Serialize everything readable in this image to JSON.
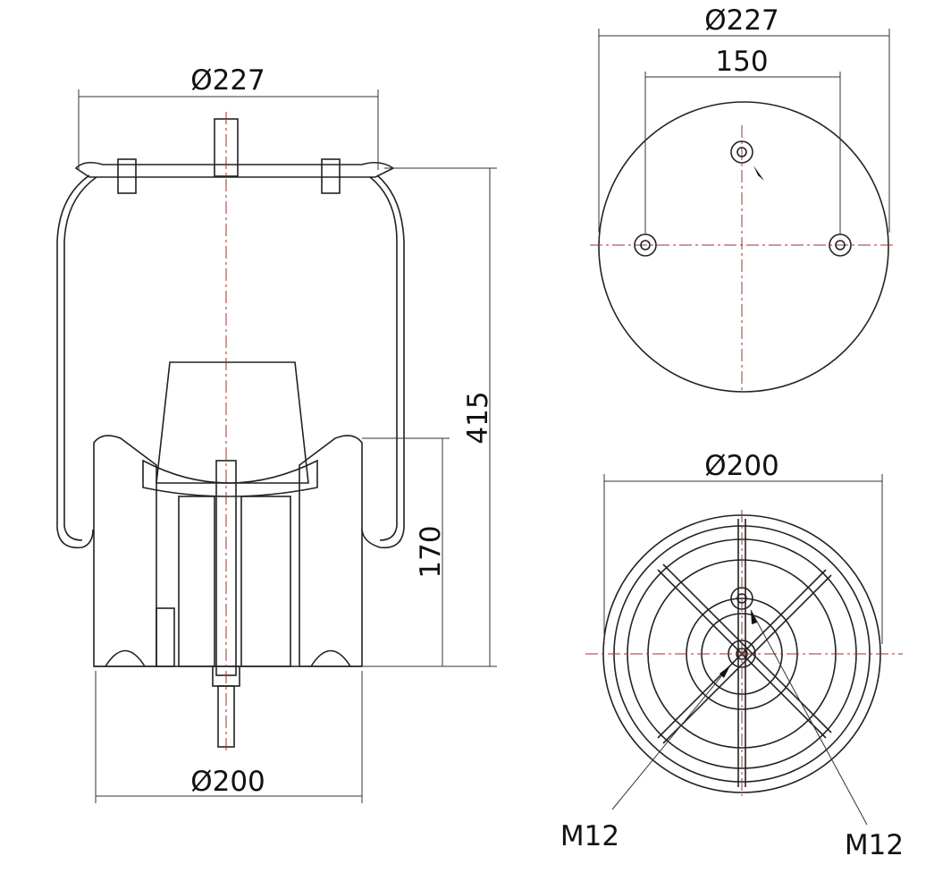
{
  "side_view": {
    "top_diameter": "Ø227",
    "overall_height": "415",
    "piston_height": "170",
    "bottom_diameter": "Ø200"
  },
  "top_view": {
    "plate_diameter": "Ø227",
    "bolt_spacing": "150"
  },
  "bottom_view": {
    "piston_diameter": "Ø200",
    "thread_label_left": "M12",
    "thread_label_right": "M12"
  },
  "colors": {
    "line": "#222222",
    "centerline": "#a0302a",
    "rubber": "#7a7a7a"
  }
}
